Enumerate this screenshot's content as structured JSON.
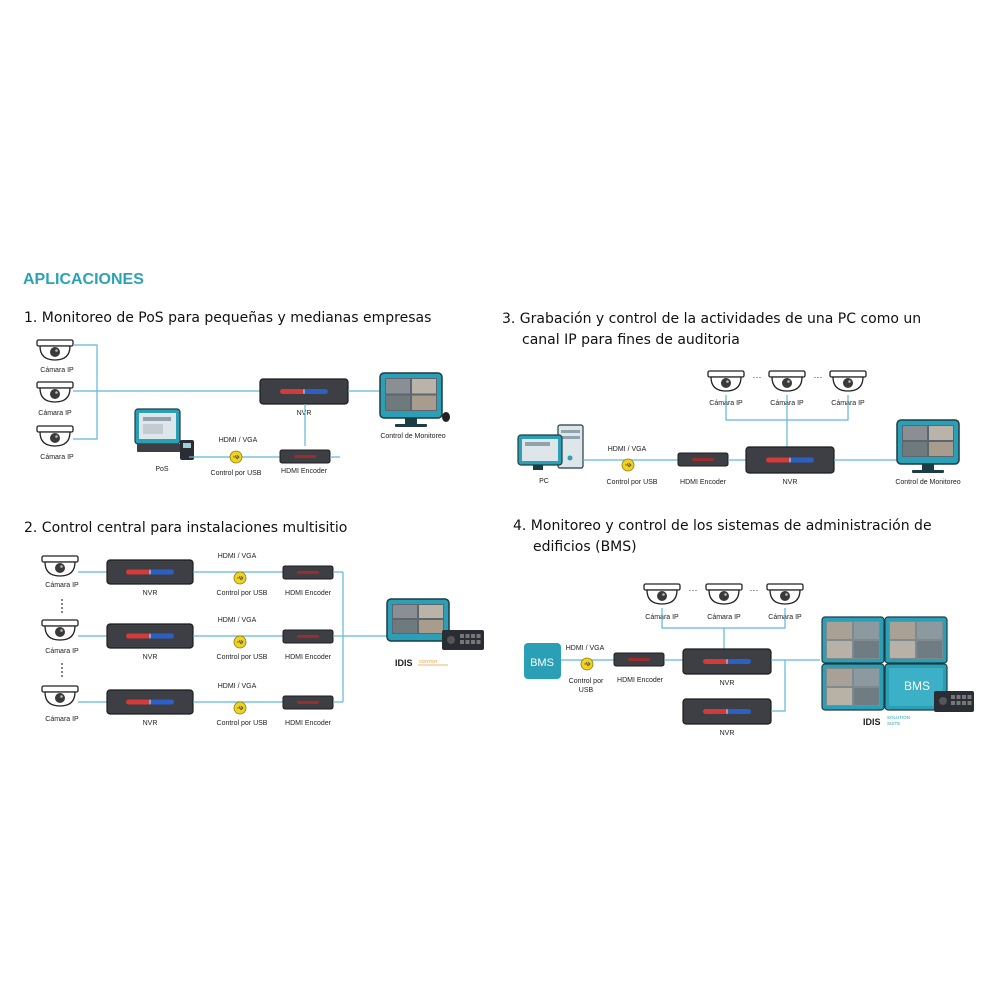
{
  "heading": "APLICACIONES",
  "colors": {
    "accent": "#2aa3b5",
    "line": "#5fb8d6",
    "device": "#3d3f45",
    "monitor": "#2a9fb6",
    "usb": "#f1d21c"
  },
  "sections": [
    {
      "title": "1. Monitoreo de PoS para pequeñas y medianas empresas",
      "cam1": "Cámara IP",
      "cam2": "Cámara IP",
      "cam3": "Cámara IP",
      "nvr": "NVR",
      "monitor": "Control de Monitoreo",
      "pos": "PoS",
      "hdmi": "HDMI / VGA",
      "usb": "Control por USB",
      "encoder": "HDMI Encoder"
    },
    {
      "title": "2. Control central para instalaciones multisitio",
      "cam1": "Cámara IP",
      "cam2": "Cámara IP",
      "cam3": "Cámara IP",
      "nvr1": "NVR",
      "nvr2": "NVR",
      "nvr3": "NVR",
      "hdmi1": "HDMI / VGA",
      "hdmi2": "HDMI / VGA",
      "hdmi3": "HDMI / VGA",
      "usb1": "Control por USB",
      "usb2": "Control por USB",
      "usb3": "Control por USB",
      "enc1": "HDMI Encoder",
      "enc2": "HDMI Encoder",
      "enc3": "HDMI Encoder",
      "brand": "IDIS",
      "brand_sub": "CENTER"
    },
    {
      "title_line1": "3.  Grabación  y control de la actividades de una PC como un",
      "title_line2": "canal IP para fines de auditoria",
      "cam1": "Cámara IP",
      "cam2": "Cámara IP",
      "cam3": "Cámara IP",
      "pc": "PC",
      "hdmi": "HDMI / VGA",
      "usb": "Control por USB",
      "encoder": "HDMI Encoder",
      "nvr": "NVR",
      "monitor": "Control de Monitoreo"
    },
    {
      "title_line1": "4.  Monitoreo y control de los sistemas de administración de",
      "title_line2": "edificios (BMS)",
      "cam1": "Cámara IP",
      "cam2": "Cámara IP",
      "cam3": "Cámara IP",
      "bms": "BMS",
      "hdmi": "HDMI / VGA",
      "usb_line1": "Control por",
      "usb_line2": "USB",
      "encoder": "HDMI Encoder",
      "nvr1": "NVR",
      "nvr2": "NVR",
      "bms_screen": "BMS",
      "brand": "IDIS",
      "brand_sub1": "SOLUTION",
      "brand_sub2": "SUITE"
    }
  ]
}
